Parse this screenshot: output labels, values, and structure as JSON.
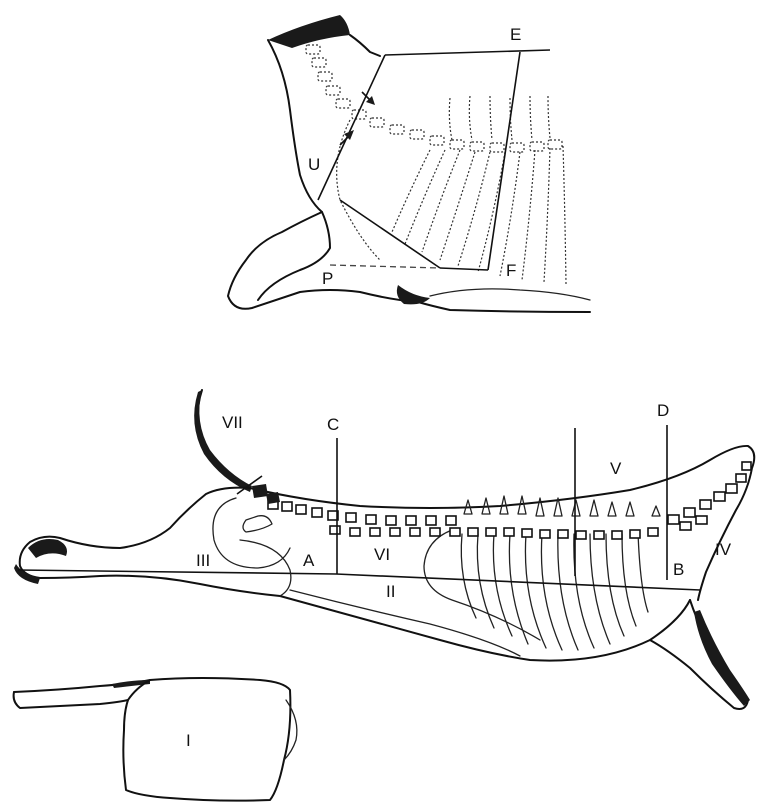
{
  "shoulder_figure": {
    "labels": {
      "E": "E",
      "U": "U",
      "P": "P",
      "F": "F"
    }
  },
  "side_figure": {
    "labels": {
      "VII": "VII",
      "C": "C",
      "D": "D",
      "V": "V",
      "III": "III",
      "A": "A",
      "VI": "VI",
      "II": "II",
      "B": "B",
      "IV": "IV"
    }
  },
  "cut_figure": {
    "labels": {
      "I": "I"
    }
  }
}
